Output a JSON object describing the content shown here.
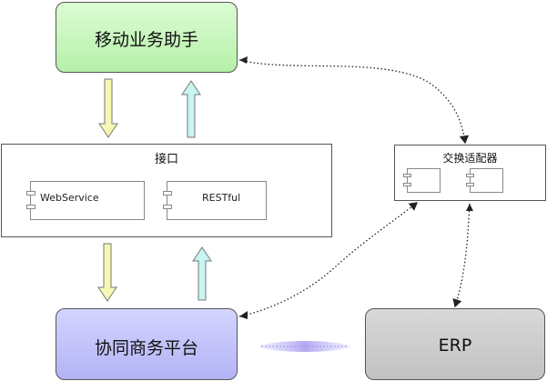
{
  "nodes": {
    "mobile_assistant": "移动业务助手",
    "interface": "接口",
    "adapter": "交换适配器",
    "platform": "协同商务平台",
    "erp": "ERP"
  },
  "components": {
    "webservice": "WebService",
    "restful": "RESTful"
  },
  "icons": [
    "component-icon",
    "up-arrow",
    "down-arrow",
    "dotted-connector"
  ]
}
